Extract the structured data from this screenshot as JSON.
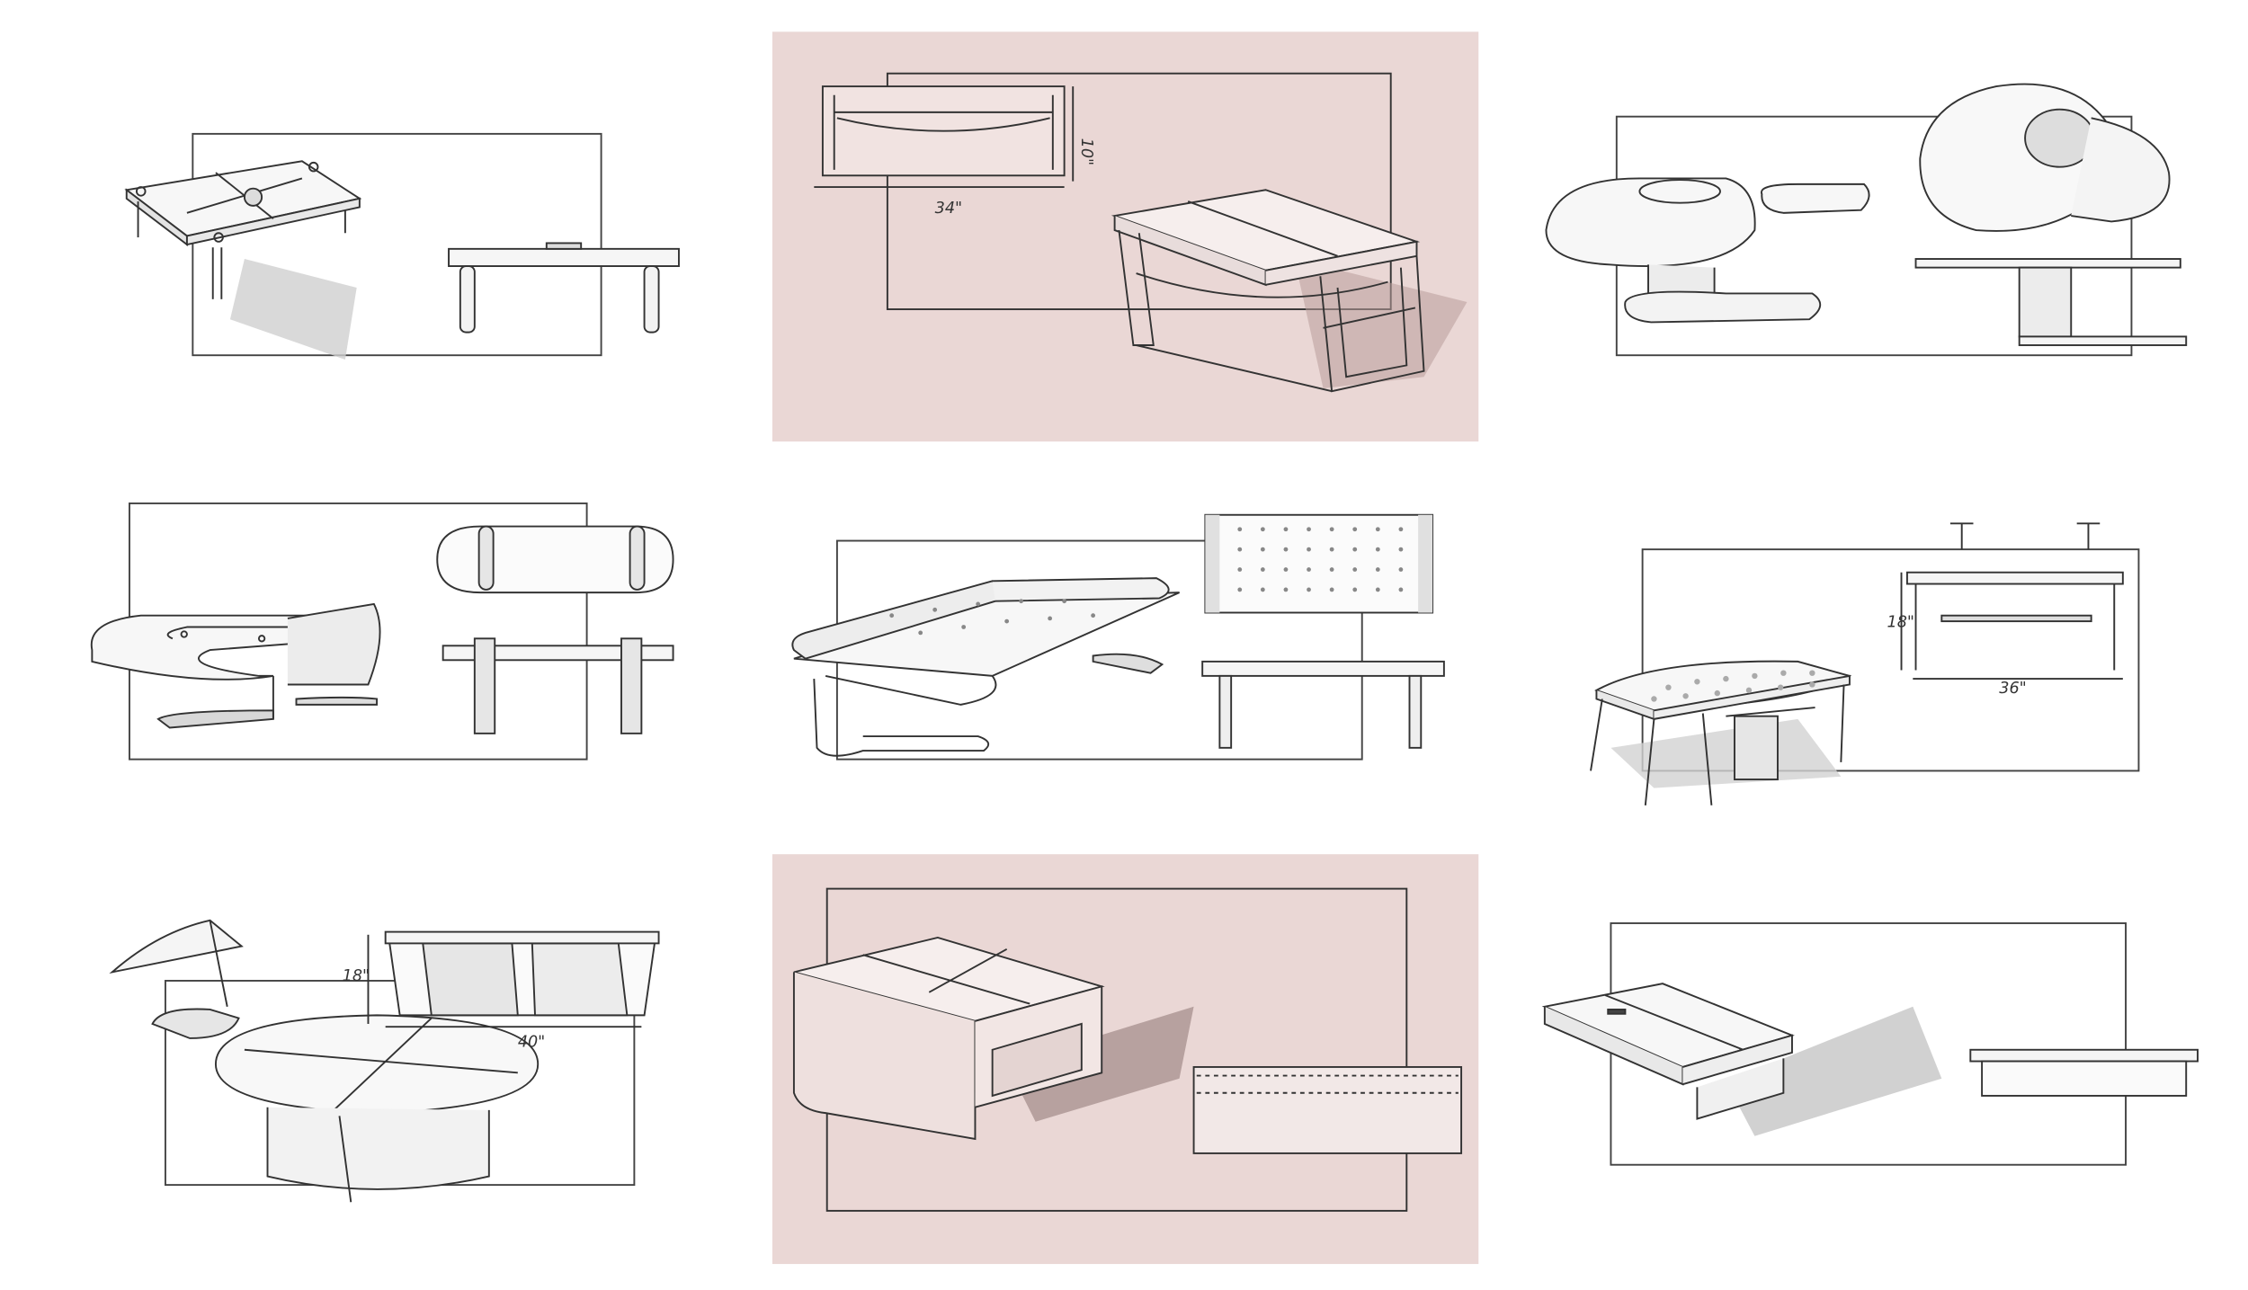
{
  "board": {
    "colors": {
      "background": "#ffffff",
      "highlight": "#ead7d5",
      "stroke": "#333333",
      "shade": "#d8d8d8",
      "shadow": "#9a9a9a"
    }
  },
  "sketches": [
    {
      "row": 1,
      "col": 1,
      "subject": "coffee-table-quad-top",
      "highlighted": false
    },
    {
      "row": 1,
      "col": 2,
      "subject": "coffee-table-sled-frame",
      "highlighted": true,
      "dimensions": [
        "10\"",
        "34\""
      ]
    },
    {
      "row": 1,
      "col": 3,
      "subject": "oval-pedestal-table",
      "highlighted": false
    },
    {
      "row": 2,
      "col": 1,
      "subject": "cantilever-loop-table",
      "highlighted": false
    },
    {
      "row": 2,
      "col": 2,
      "subject": "perforated-top-sled-table",
      "highlighted": false
    },
    {
      "row": 2,
      "col": 3,
      "subject": "pegboard-top-table-with-rail",
      "highlighted": false,
      "dimensions": [
        "18\"",
        "36\""
      ]
    },
    {
      "row": 3,
      "col": 1,
      "subject": "round-pedestal-table",
      "highlighted": false,
      "dimensions": [
        "18\"",
        "40\""
      ]
    },
    {
      "row": 3,
      "col": 2,
      "subject": "box-frame-table",
      "highlighted": true
    },
    {
      "row": 3,
      "col": 3,
      "subject": "low-platform-table",
      "highlighted": false
    }
  ]
}
